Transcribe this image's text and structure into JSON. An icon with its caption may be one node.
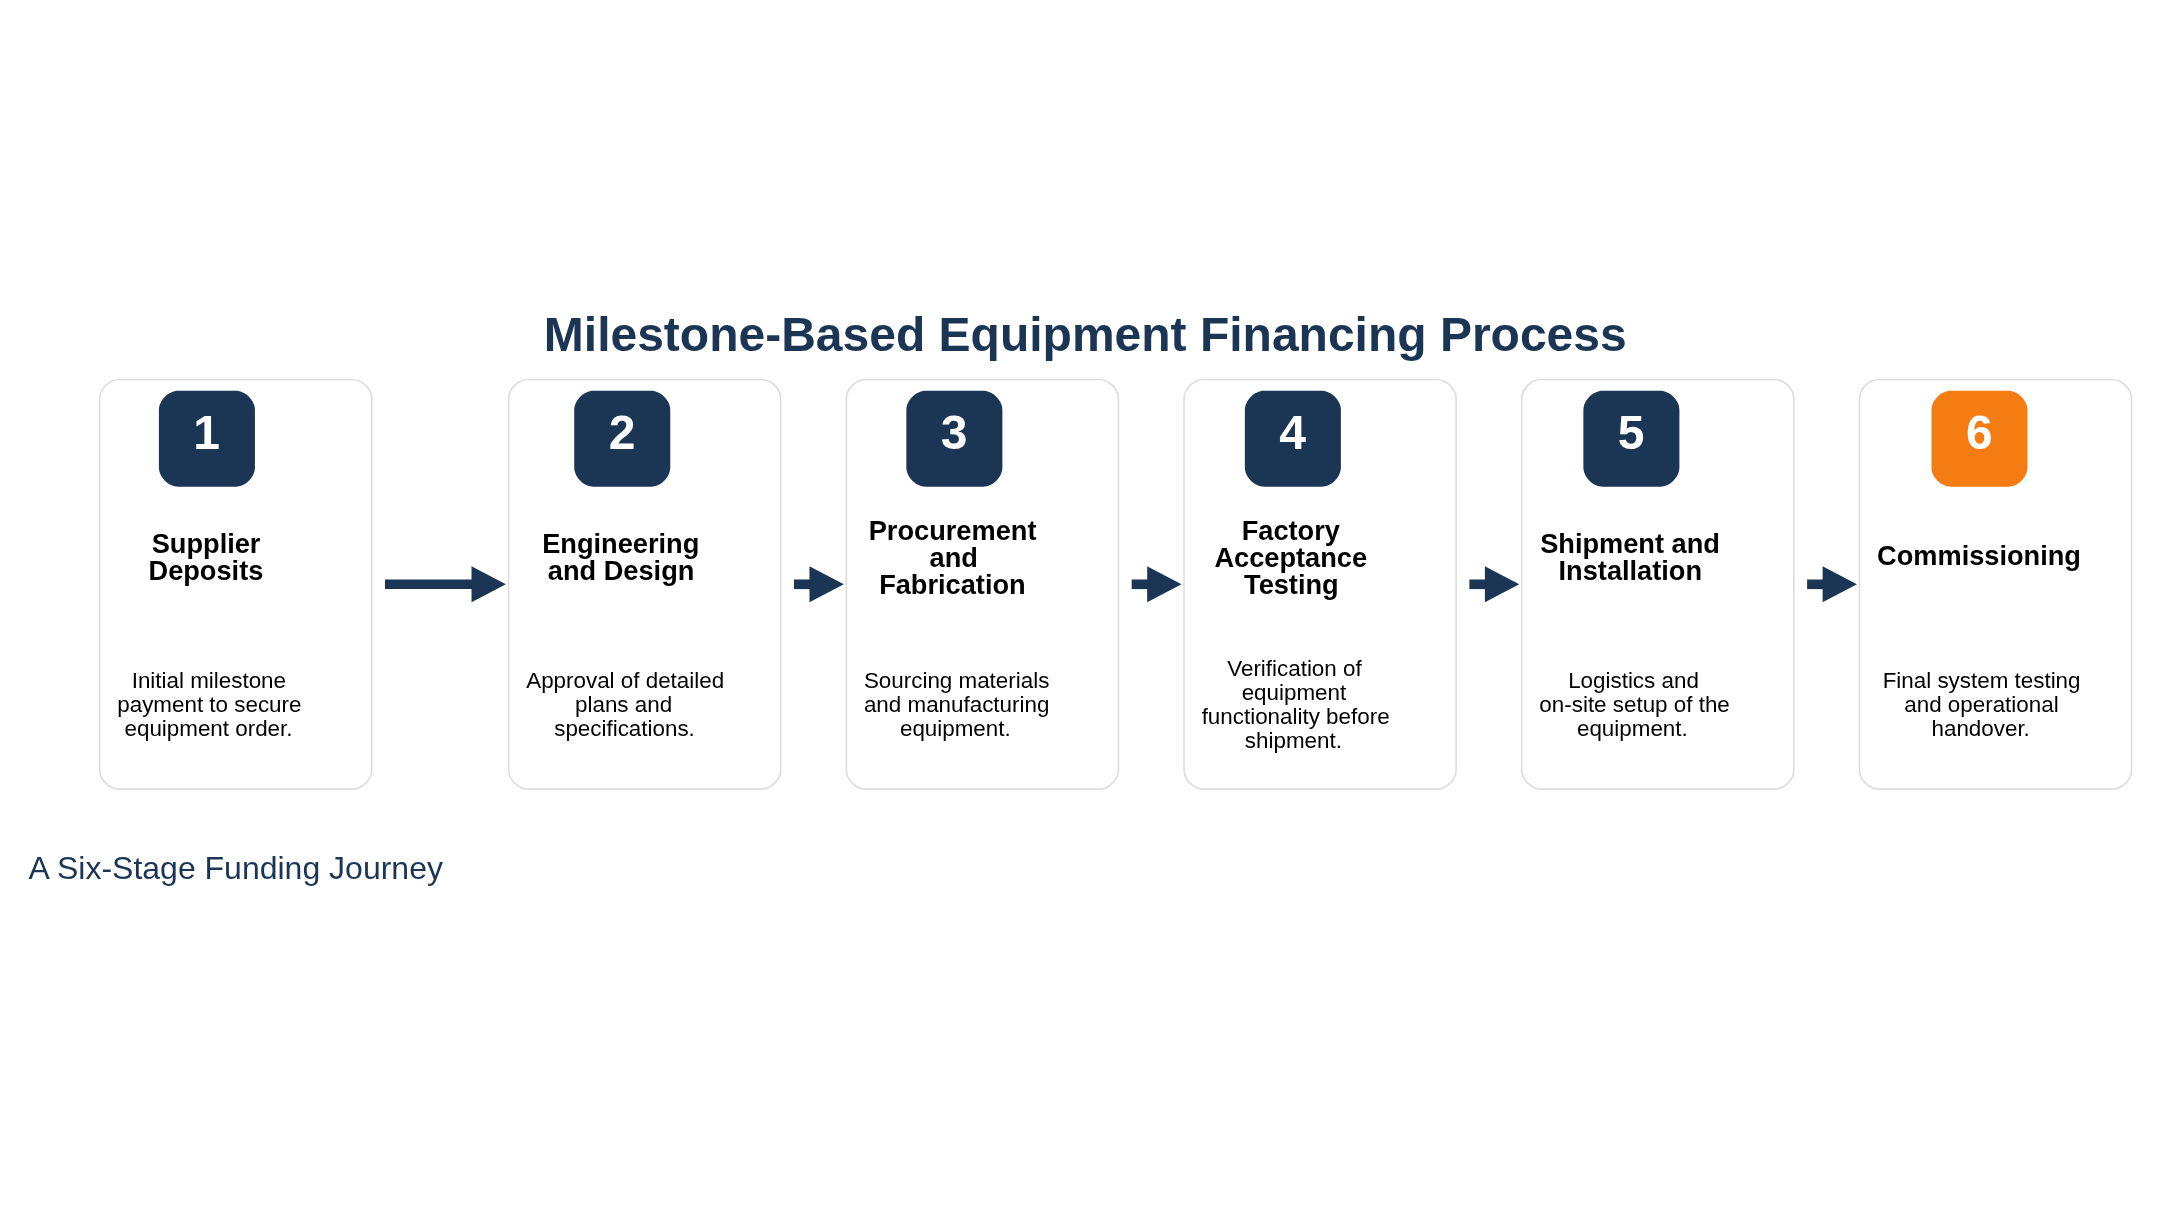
{
  "diagram": {
    "title": "Milestone-Based Equipment Financing Process",
    "nodes": [
      {
        "text": [
          "1",
          "Supplier Deposits",
          "Initial milestone payment to secure equipment order."
        ]
      },
      {
        "text": [
          "2",
          "Engineering and Design",
          "Approval of detailed plans and specifications."
        ]
      },
      {
        "text": [
          "3",
          "Procurement and Fabrication",
          "Sourcing materials and manufacturing equipment."
        ]
      },
      {
        "text": [
          "4",
          "Factory Acceptance Testing",
          "Verification of equipment functionality before shipment."
        ]
      },
      {
        "text": [
          "5",
          "Shipment and Installation",
          "Logistics and on-site setup of the equipment."
        ]
      },
      {
        "text": [
          "6",
          "Commissioning",
          "Final system testing and operational handover."
        ]
      }
    ],
    "edges": [
      {
        "from": 0,
        "to": 1,
        "arrow": "to"
      },
      {
        "from": 1,
        "to": 2,
        "arrow": "to"
      },
      {
        "from": 2,
        "to": 3,
        "arrow": "to"
      },
      {
        "from": 3,
        "to": 4,
        "arrow": "to"
      },
      {
        "from": 4,
        "to": 5,
        "arrow": "to"
      }
    ],
    "labels": [
      "A Six-Stage Funding Journey"
    ]
  }
}
